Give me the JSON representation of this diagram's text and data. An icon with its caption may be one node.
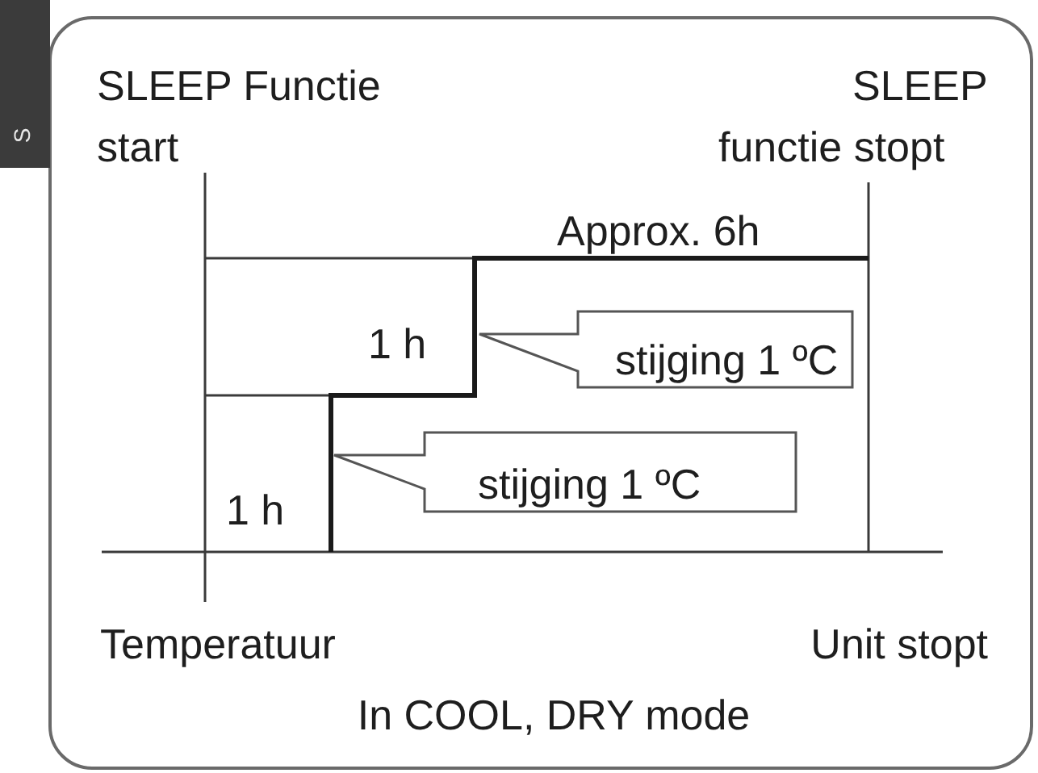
{
  "diagram": {
    "caption": "In COOL, DRY mode",
    "nodes": [
      {
        "text": [
          "S"
        ]
      },
      {
        "text": [
          "stijging 1 ºC"
        ]
      },
      {
        "text": [
          "stijging 1 ºC"
        ]
      }
    ],
    "labels": [
      "SLEEP Functie start",
      "SLEEP functie stopt",
      "Approx. 6h",
      "1 h",
      "1 h",
      "Temperatuur",
      "Unit stopt"
    ]
  }
}
